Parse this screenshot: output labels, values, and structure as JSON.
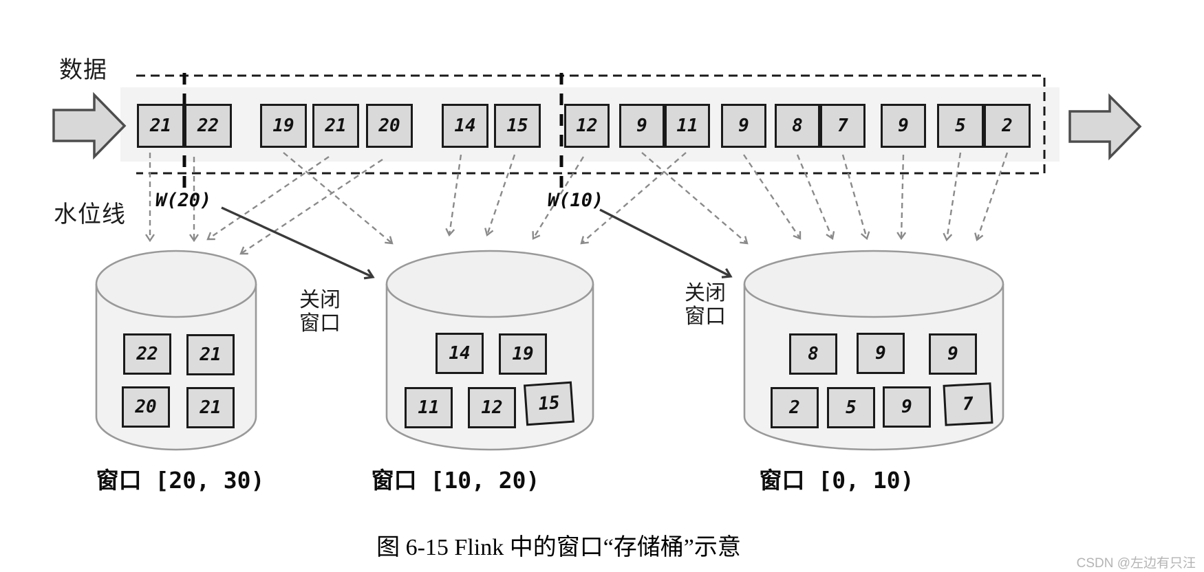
{
  "figure": {
    "stream_label": "数据",
    "watermark_axis_label": "水位线",
    "caption": "图 6-15 Flink 中的窗口“存储桶”示意",
    "credit": "CSDN @左边有只汪"
  },
  "stream": {
    "items": [
      "21",
      "22",
      "19",
      "21",
      "20",
      "14",
      "15",
      "12",
      "9",
      "11",
      "9",
      "8",
      "7",
      "9",
      "5",
      "2"
    ]
  },
  "watermarks": [
    {
      "label": "W(20)"
    },
    {
      "label": "W(10)"
    }
  ],
  "close_window_labels": [
    {
      "lines": [
        "关闭",
        "窗口"
      ]
    },
    {
      "lines": [
        "关闭",
        "窗口"
      ]
    }
  ],
  "buckets": [
    {
      "window_label": "窗口 [20, 30)",
      "items": [
        "22",
        "21",
        "20",
        "21"
      ]
    },
    {
      "window_label": "窗口 [10, 20)",
      "items": [
        "14",
        "19",
        "11",
        "12",
        "15"
      ]
    },
    {
      "window_label": "窗口 [0, 10)",
      "items": [
        "8",
        "9",
        "9",
        "2",
        "5",
        "9",
        "7"
      ]
    }
  ],
  "colors": {
    "box_fill": "#d9d9d9",
    "box_border": "#1a1a1a",
    "band_fill": "#f3f3f3",
    "cylinder_fill": "#f2f2f2",
    "cylinder_stroke": "#999999",
    "dashed_arrow": "#8a8a8a",
    "solid_arrow": "#3a3a3a",
    "credit_text": "#b4b4b4"
  }
}
